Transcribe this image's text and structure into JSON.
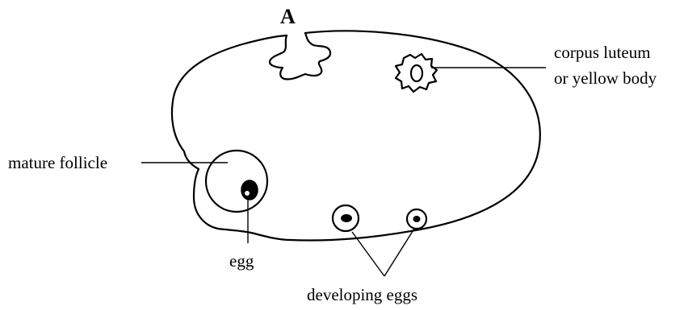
{
  "labels": {
    "point_a": "A",
    "corpus_luteum_line1": "corpus luteum",
    "corpus_luteum_line2": "or yellow body",
    "mature_follicle": "mature follicle",
    "egg": "egg",
    "developing_eggs": "developing eggs"
  }
}
